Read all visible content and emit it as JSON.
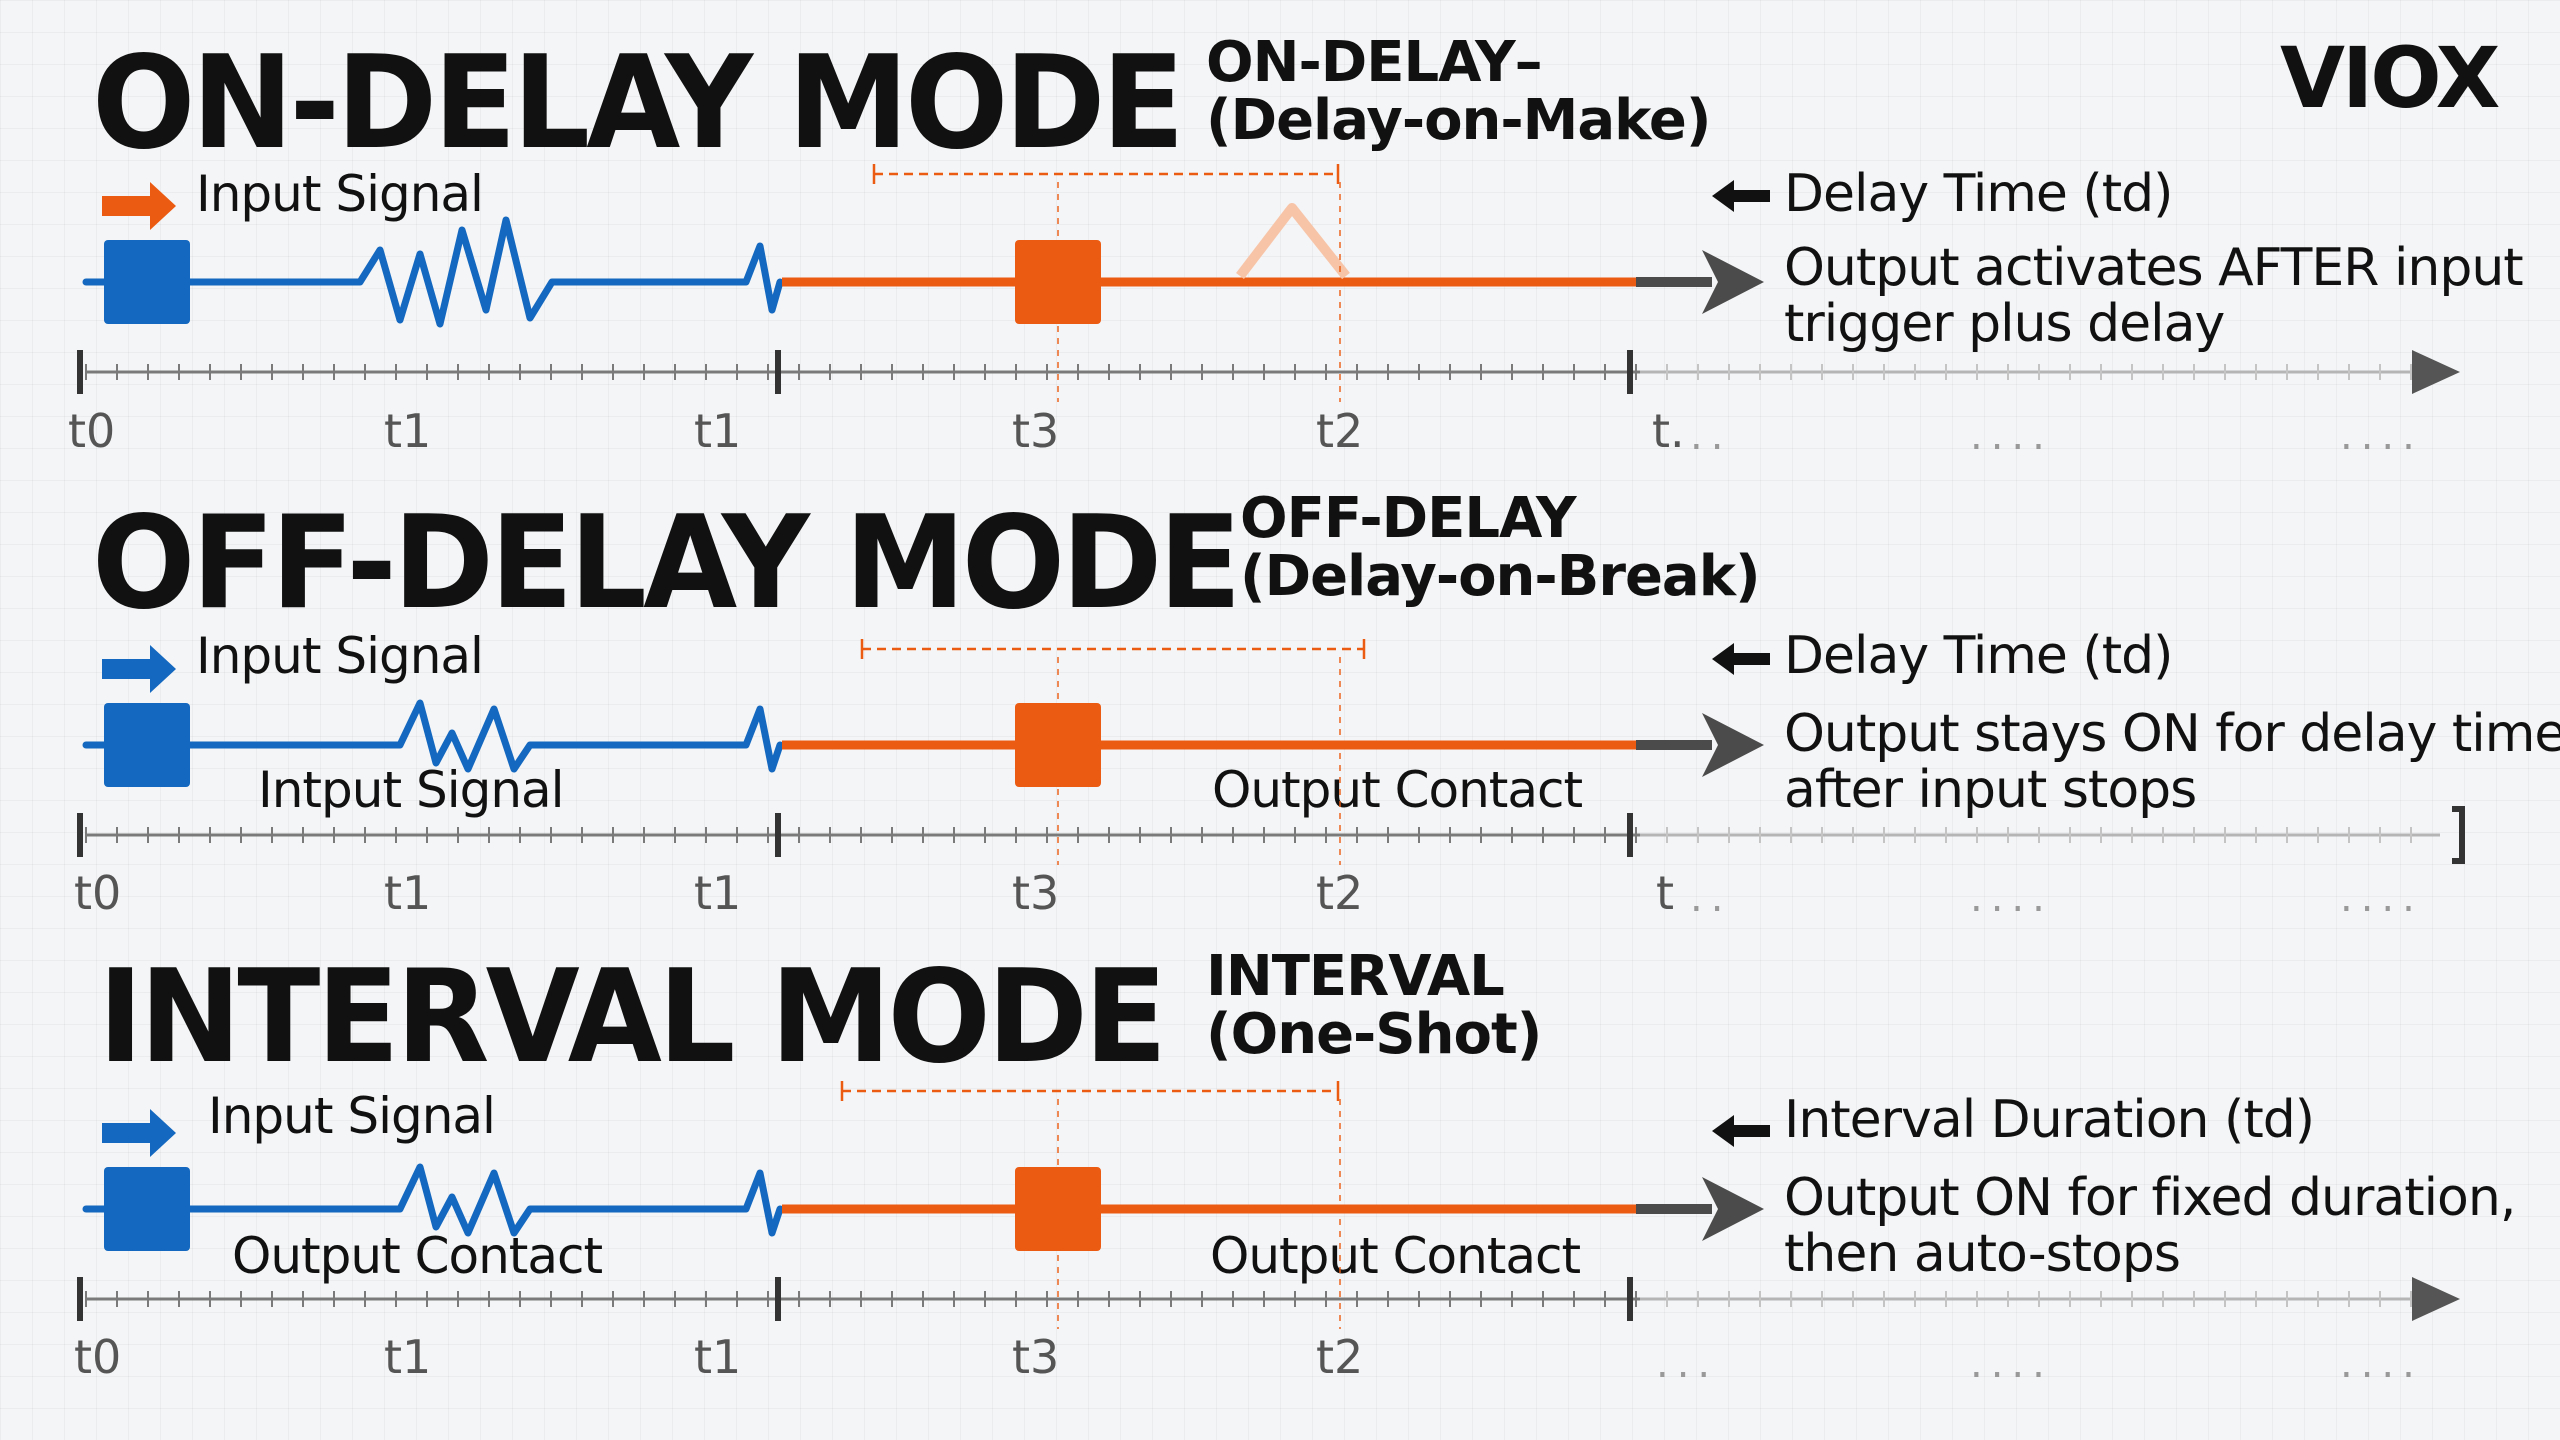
{
  "brand": "VIOX",
  "colors": {
    "input": "#1468bf",
    "output": "#ec5b12",
    "arrow": "#4b4b4b",
    "axis": "#7a7a7a",
    "text": "#111111"
  },
  "icons": {
    "input_marker": "right-arrow-icon",
    "delay_marker": "left-arrow-icon",
    "output_arrow": "arrowhead-icon"
  },
  "panels": [
    {
      "title": "ON-DELAY MODE",
      "subtitle_line1": "ON-DELAY–",
      "subtitle_line2": "(Delay-on-Make)",
      "input_label": "Input Signal",
      "delay_label": "Delay Time (td)",
      "note_line1": "Output activates AFTER input",
      "note_line2": "trigger plus delay",
      "under_left": "",
      "under_right": "",
      "ticks": [
        "t0",
        "t1",
        "t1",
        "t3",
        "t2",
        "t.",
        "",
        ""
      ],
      "dots": [
        "..",
        "....",
        "...."
      ]
    },
    {
      "title": "OFF-DELAY MODE",
      "subtitle_line1": "OFF-DELAY",
      "subtitle_line2": "(Delay-on-Break)",
      "input_label": "Input Signal",
      "delay_label": "Delay Time (td)",
      "note_line1": "Output stays ON for delay time",
      "note_line2": "after input stops",
      "under_left": "Intput Signal",
      "under_right": "Output Contact",
      "ticks": [
        "t0",
        "t1",
        "t1",
        "t3",
        "t2",
        "t"
      ],
      "dots": [
        "..",
        "....",
        "...."
      ]
    },
    {
      "title": "INTERVAL MODE",
      "subtitle_line1": "INTERVAL",
      "subtitle_line2": "(One-Shot)",
      "input_label": "Input Signal",
      "delay_label": "Interval Duration (td)",
      "note_line1": "Output ON for fixed duration,",
      "note_line2": "then auto-stops",
      "under_left": "Output Contact",
      "under_right": "Output Contact",
      "ticks": [
        "t0",
        "t1",
        "t1",
        "t3",
        "t2"
      ],
      "dots": [
        "...",
        "....",
        "...."
      ]
    }
  ]
}
